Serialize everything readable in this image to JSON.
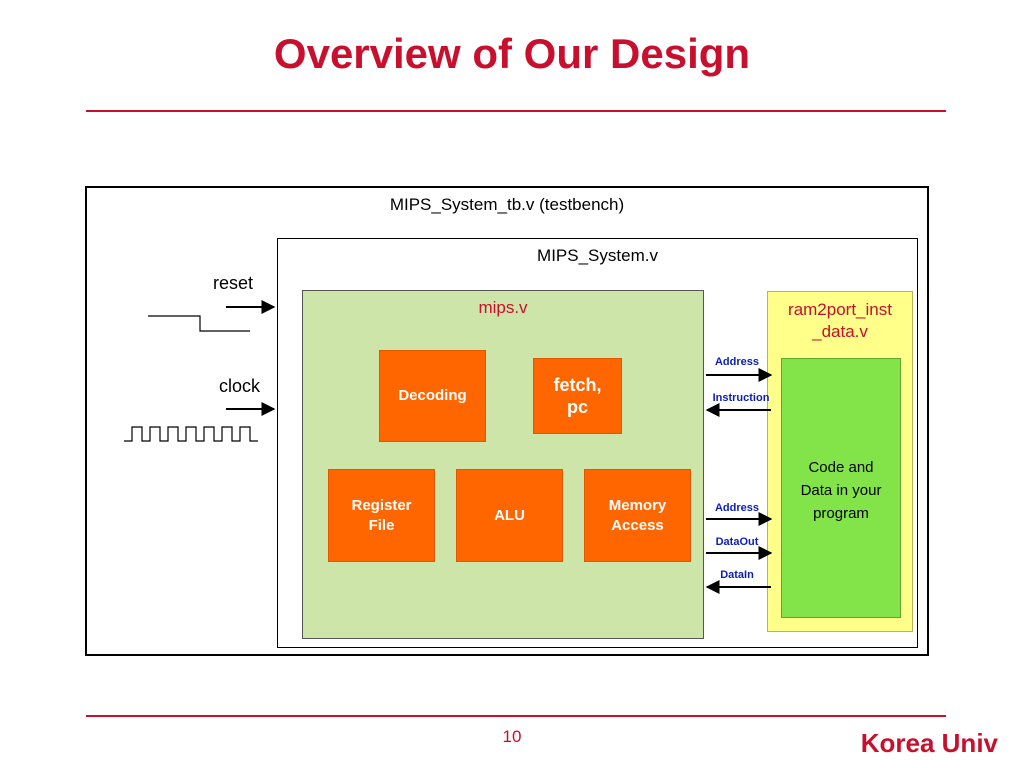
{
  "slide": {
    "title": "Overview of Our Design",
    "page_number": "10",
    "brand": "Korea Univ"
  },
  "diagram": {
    "testbench_label": "MIPS_System_tb.v (testbench)",
    "system_label": "MIPS_System.v",
    "mips_label": "mips.v",
    "ram_label_line1": "ram2port_inst",
    "ram_label_line2": "_data.v",
    "code_line1": "Code and",
    "code_line2": "Data in your",
    "code_line3": "program",
    "blocks": {
      "decoding": "Decoding",
      "fetch_line1": "fetch,",
      "fetch_line2": "pc",
      "regfile_line1": "Register",
      "regfile_line2": "File",
      "alu": "ALU",
      "mem_line1": "Memory",
      "mem_line2": "Access"
    },
    "signals": {
      "address1": "Address",
      "instruction": "Instruction",
      "address2": "Address",
      "dataout": "DataOut",
      "datain": "DataIn"
    },
    "inputs": {
      "reset": "reset",
      "clock": "clock"
    },
    "colors": {
      "accent": "#c8102e",
      "block": "#ff6600",
      "mips_bg": "#cde5a9",
      "ram_bg": "#ffff8a",
      "code_bg": "#83e44a",
      "signal": "#0b1fb5"
    }
  }
}
